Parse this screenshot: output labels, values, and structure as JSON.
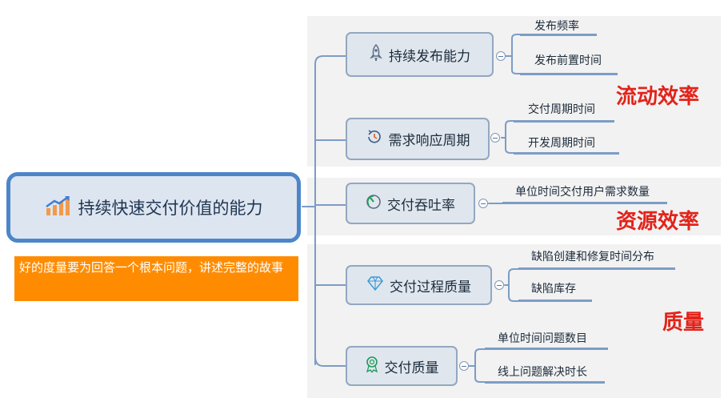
{
  "root": {
    "label": "持续快速交付价值的能力",
    "icon": "chart-growth-icon"
  },
  "note": {
    "text": "好的度量要为回答一个根本问题，讲述完整的故事"
  },
  "categories": {
    "flow": "流动效率",
    "resource": "资源效率",
    "quality": "质量"
  },
  "branches": [
    {
      "label": "持续发布能力",
      "icon": "rocket-icon",
      "leaves": [
        "发布频率",
        "发布前置时间"
      ]
    },
    {
      "label": "需求响应周期",
      "icon": "clock-refresh-icon",
      "leaves": [
        "交付周期时间",
        "开发周期时间"
      ]
    },
    {
      "label": "交付吞吐率",
      "icon": "gauge-icon",
      "leaves": [
        "单位时间交付用户需求数量"
      ]
    },
    {
      "label": "交付过程质量",
      "icon": "diamond-icon",
      "leaves": [
        "缺陷创建和修复时间分布",
        "缺陷库存"
      ]
    },
    {
      "label": "交付质量",
      "icon": "award-badge-icon",
      "leaves": [
        "单位时间问题数目",
        "线上问题解决时长"
      ]
    }
  ],
  "colors": {
    "root_border": "#4d86c8",
    "connector": "#7c9cc6",
    "category_text": "#e2231a",
    "note_background": "#ff8c00"
  }
}
